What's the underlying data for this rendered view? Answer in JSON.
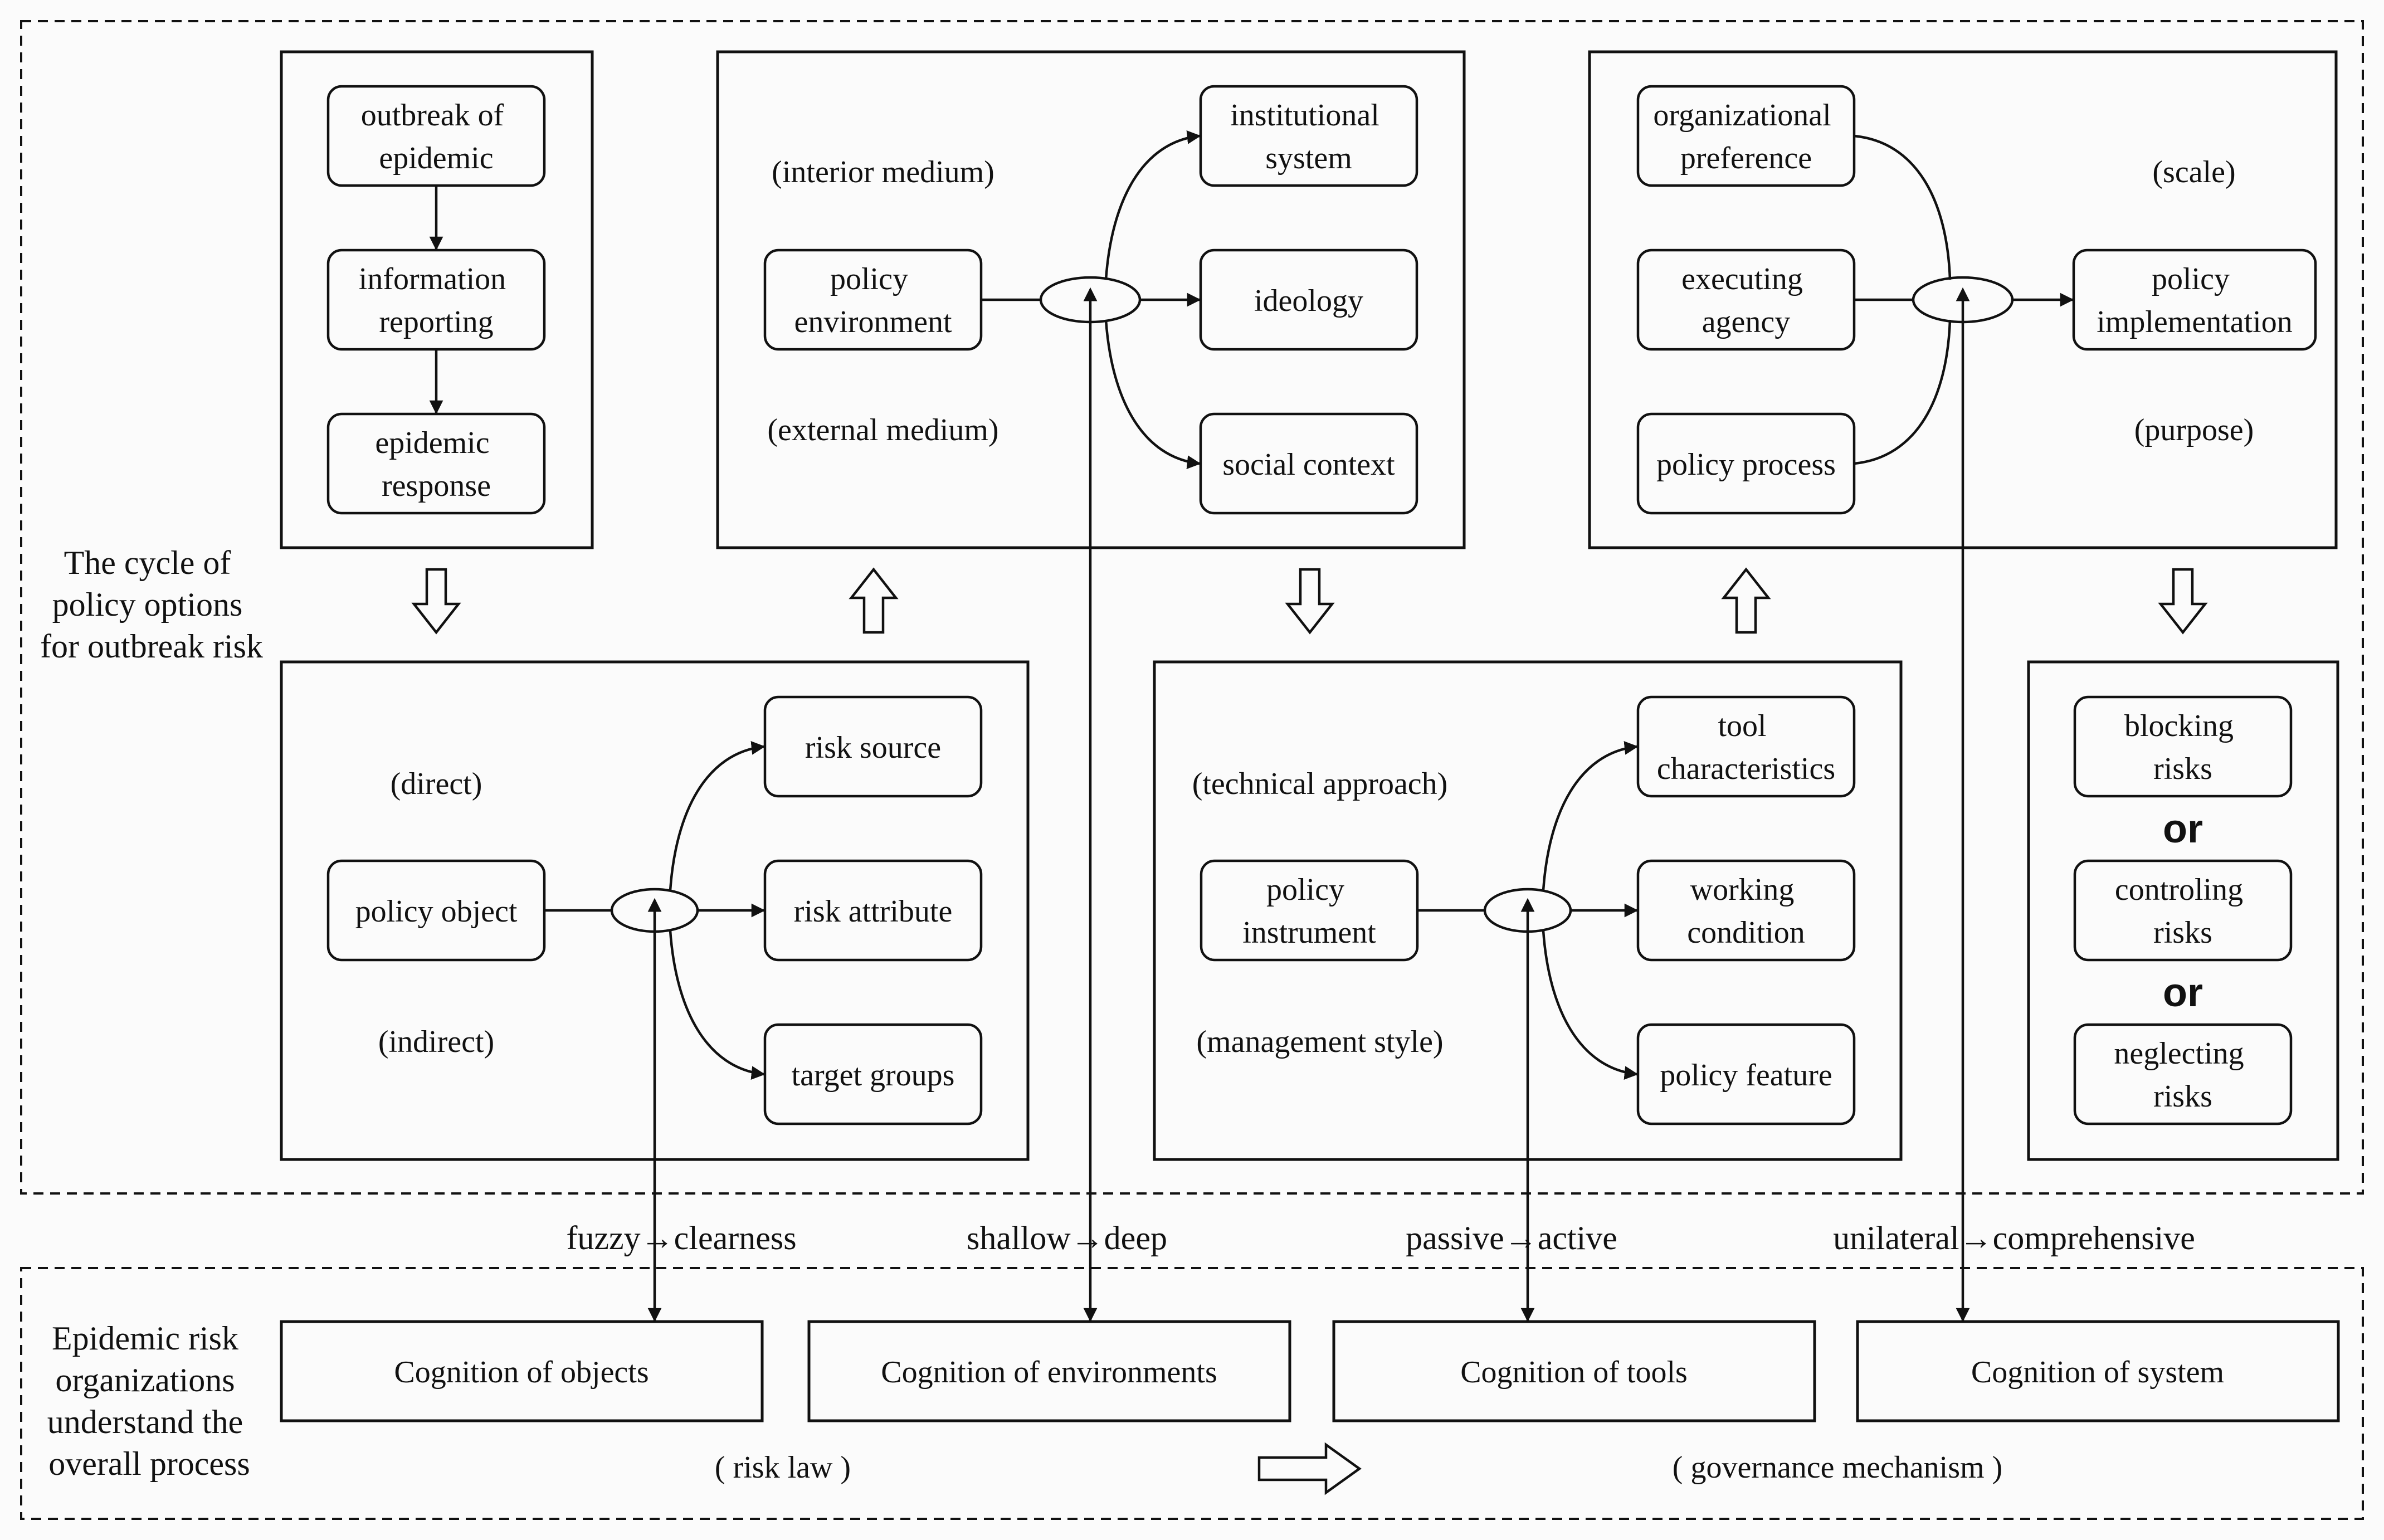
{
  "top_section": {
    "label": [
      "The cycle of",
      "policy options",
      "for outbreak risk"
    ]
  },
  "bottom_section": {
    "label": [
      "Epidemic risk",
      "organizations",
      "understand the",
      "overall process"
    ]
  },
  "process_box": {
    "step1": [
      "outbreak of",
      "epidemic"
    ],
    "step2": [
      "information",
      "reporting"
    ],
    "step3": [
      "epidemic",
      "response"
    ]
  },
  "environment_box": {
    "source": [
      "policy",
      "environment"
    ],
    "targets": [
      [
        "institutional",
        "system"
      ],
      [
        "ideology"
      ],
      [
        "social context"
      ]
    ],
    "upper_note": "(interior medium)",
    "lower_note": "(external medium)"
  },
  "implementation_box": {
    "sources": [
      [
        "organizational",
        "preference"
      ],
      [
        "executing",
        "agency"
      ],
      [
        "policy process"
      ]
    ],
    "target": [
      "policy",
      "implementation"
    ],
    "upper_note": "(scale)",
    "lower_note": "(purpose)"
  },
  "object_box": {
    "source": [
      "policy object"
    ],
    "targets": [
      [
        "risk source"
      ],
      [
        "risk attribute"
      ],
      [
        "target groups"
      ]
    ],
    "upper_note": "(direct)",
    "lower_note": "(indirect)"
  },
  "instrument_box": {
    "source": [
      "policy",
      "instrument"
    ],
    "targets": [
      [
        "tool",
        "characteristics"
      ],
      [
        "working",
        "condition"
      ],
      [
        "policy feature"
      ]
    ],
    "upper_note": "(technical approach)",
    "lower_note": "(management style)"
  },
  "outcome_box": {
    "options": [
      [
        "blocking",
        "risks"
      ],
      [
        "controling",
        "risks"
      ],
      [
        "neglecting",
        "risks"
      ]
    ],
    "separator": "or"
  },
  "transitions": [
    "fuzzy→clearness",
    "shallow→deep",
    "passive→active",
    "unilateral→comprehensive"
  ],
  "cognition_boxes": [
    "Cognition of objects",
    "Cognition of environments",
    "Cognition of tools",
    "Cognition of system"
  ],
  "bottom_notes": {
    "left": "( risk law )",
    "right": "( governance mechanism )"
  }
}
